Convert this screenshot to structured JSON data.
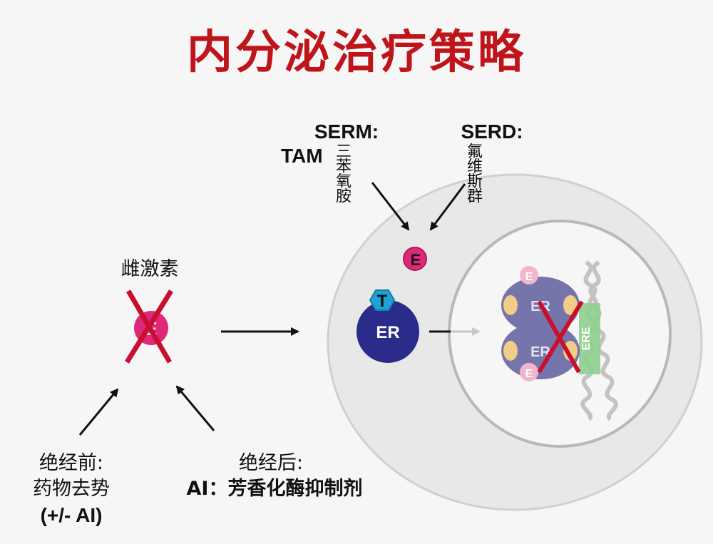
{
  "title": "内分泌治疗策略",
  "serm": {
    "label": "SERM:",
    "drug_prefix": "TAM",
    "drug_name": "三苯氧胺"
  },
  "serd": {
    "label": "SERD:",
    "drug_name": "氟维斯群"
  },
  "estrogen_label": "雌激素",
  "premenopausal": {
    "line1": "绝经前:",
    "line2": "药物去势",
    "line3": "(+/- AI)"
  },
  "postmenopausal": {
    "line1": "绝经后:",
    "line2": "AI：芳香化酶抑制剂"
  },
  "molecules": {
    "estrogen": "E",
    "tamoxifen": "T",
    "receptor": "ER",
    "response_element": "ERE"
  },
  "colors": {
    "title": "#c0141b",
    "estrogen": "#e0287a",
    "receptor": "#2b2b8c",
    "tamoxifen": "#1fa3d6",
    "cross": "#c8102e",
    "ere": "#8fcf8f"
  }
}
